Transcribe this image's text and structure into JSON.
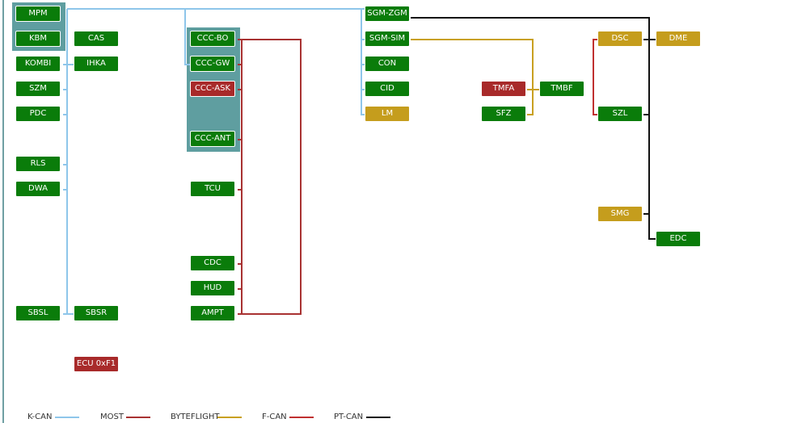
{
  "colors": {
    "k_can": "#8ec6ea",
    "most": "#a83232",
    "byteflight": "#c8a020",
    "f_can": "#c03030",
    "pt_can": "#111111",
    "ok": "#0a7c0a",
    "error": "#a82a2a",
    "warning": "#c59d1d",
    "group_bg": "#5f9ea0"
  },
  "ecus": {
    "mpm": {
      "label": "MPM",
      "status": "ok"
    },
    "kbm": {
      "label": "KBM",
      "status": "ok"
    },
    "cas": {
      "label": "CAS",
      "status": "ok"
    },
    "kombi": {
      "label": "KOMBI",
      "status": "ok"
    },
    "ihka": {
      "label": "IHKA",
      "status": "ok"
    },
    "szm": {
      "label": "SZM",
      "status": "ok"
    },
    "pdc": {
      "label": "PDC",
      "status": "ok"
    },
    "rls": {
      "label": "RLS",
      "status": "ok"
    },
    "dwa": {
      "label": "DWA",
      "status": "ok"
    },
    "sbsl": {
      "label": "SBSL",
      "status": "ok"
    },
    "sbsr": {
      "label": "SBSR",
      "status": "ok"
    },
    "ecu_0xf1": {
      "label": "ECU 0xF1",
      "status": "error"
    },
    "ccc_bo": {
      "label": "CCC-BO",
      "status": "ok"
    },
    "ccc_gw": {
      "label": "CCC-GW",
      "status": "ok"
    },
    "ccc_ask": {
      "label": "CCC-ASK",
      "status": "error"
    },
    "ccc_ant": {
      "label": "CCC-ANT",
      "status": "ok"
    },
    "tcu": {
      "label": "TCU",
      "status": "ok"
    },
    "cdc": {
      "label": "CDC",
      "status": "ok"
    },
    "hud": {
      "label": "HUD",
      "status": "ok"
    },
    "ampt": {
      "label": "AMPT",
      "status": "ok"
    },
    "sgm_zgm": {
      "label": "SGM-ZGM",
      "status": "ok"
    },
    "sgm_sim": {
      "label": "SGM-SIM",
      "status": "ok"
    },
    "con": {
      "label": "CON",
      "status": "ok"
    },
    "cid": {
      "label": "CID",
      "status": "ok"
    },
    "lm": {
      "label": "LM",
      "status": "warning"
    },
    "tmfa": {
      "label": "TMFA",
      "status": "error"
    },
    "tmbf": {
      "label": "TMBF",
      "status": "ok"
    },
    "sfz": {
      "label": "SFZ",
      "status": "ok"
    },
    "dsc": {
      "label": "DSC",
      "status": "warning"
    },
    "dme": {
      "label": "DME",
      "status": "warning"
    },
    "szl": {
      "label": "SZL",
      "status": "ok"
    },
    "smg": {
      "label": "SMG",
      "status": "warning"
    },
    "edc": {
      "label": "EDC",
      "status": "ok"
    }
  },
  "legend": {
    "k_can": "K-CAN",
    "most": "MOST",
    "byteflight": "BYTEFLIGHT",
    "f_can": "F-CAN",
    "pt_can": "PT-CAN"
  }
}
